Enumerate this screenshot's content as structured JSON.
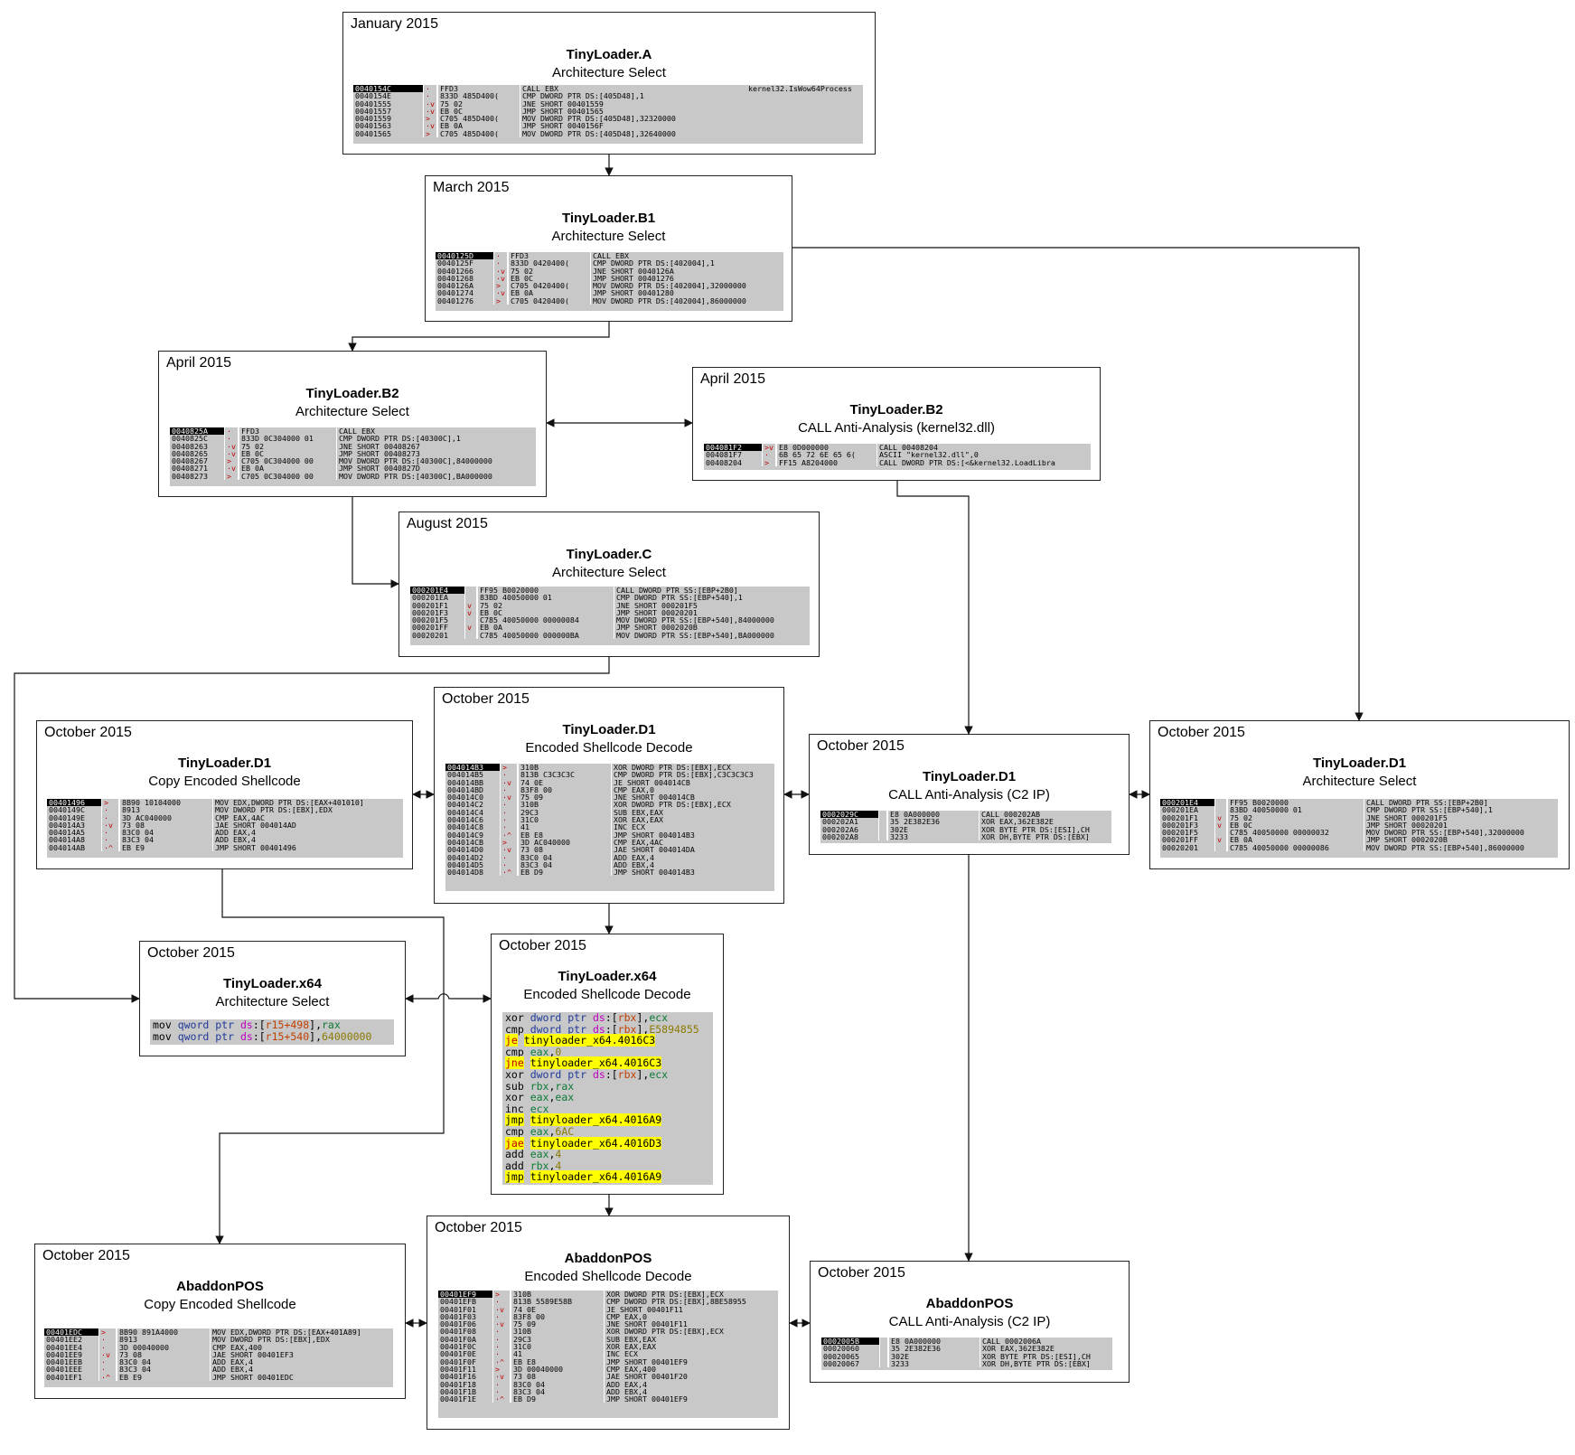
{
  "nodes": {
    "jan_a": {
      "date": "January 2015",
      "title": "TinyLoader.A",
      "subtitle": "Architecture Select",
      "code": [
        [
          "0040154C",
          "·",
          "FFD3",
          "CALL EBX",
          "kernel32.IsWow64Process"
        ],
        [
          "0040154E",
          "·",
          "833D 485D400(",
          "CMP DWORD PTR DS:[405D48],1",
          ""
        ],
        [
          "00401555",
          "·v",
          "75 02",
          "JNE SHORT 00401559",
          ""
        ],
        [
          "00401557",
          "·v",
          "EB 0C",
          "JMP SHORT 00401565",
          ""
        ],
        [
          "00401559",
          ">",
          "C705 485D400(",
          "MOV DWORD PTR DS:[405D48],32320000",
          ""
        ],
        [
          "00401563",
          "·v",
          "EB 0A",
          "JMP SHORT 0040156F",
          ""
        ],
        [
          "00401565",
          ">",
          "C705 485D400(",
          "MOV DWORD PTR DS:[405D48],32640000",
          ""
        ]
      ]
    },
    "mar_b1": {
      "date": "March 2015",
      "title": "TinyLoader.B1",
      "subtitle": "Architecture Select",
      "code": [
        [
          "0040125D",
          "·",
          "FFD3",
          "CALL EBX"
        ],
        [
          "0040125F",
          "·",
          "833D 0420400(",
          "CMP DWORD PTR DS:[402004],1"
        ],
        [
          "00401266",
          "·v",
          "75 02",
          "JNE SHORT 0040126A"
        ],
        [
          "00401268",
          "·v",
          "EB 0C",
          "JMP SHORT 00401276"
        ],
        [
          "0040126A",
          ">",
          "C705 0420400(",
          "MOV DWORD PTR DS:[402004],32000000"
        ],
        [
          "00401274",
          "·v",
          "EB 0A",
          "JMP SHORT 00401280"
        ],
        [
          "00401276",
          ">",
          "C705 0420400(",
          "MOV DWORD PTR DS:[402004],86000000"
        ]
      ]
    },
    "apr_b2_arch": {
      "date": "April 2015",
      "title": "TinyLoader.B2",
      "subtitle": "Architecture Select",
      "code": [
        [
          "0040825A",
          "·",
          "FFD3",
          "CALL EBX"
        ],
        [
          "0040825C",
          "·",
          "833D 0C304000 01",
          "CMP DWORD PTR DS:[40300C],1"
        ],
        [
          "00408263",
          "·v",
          "75 02",
          "JNE SHORT 00408267"
        ],
        [
          "00408265",
          "·v",
          "EB 0C",
          "JMP SHORT 00408273"
        ],
        [
          "00408267",
          ">",
          "C705 0C304000 00",
          "MOV DWORD PTR DS:[40300C],84000000"
        ],
        [
          "00408271",
          "·v",
          "EB 0A",
          "JMP SHORT 0040827D"
        ],
        [
          "00408273",
          ">",
          "C705 0C304000 00",
          "MOV DWORD PTR DS:[40300C],BA000000"
        ]
      ]
    },
    "apr_b2_call": {
      "date": "April 2015",
      "title": "TinyLoader.B2",
      "subtitle": "CALL Anti-Analysis (kernel32.dll)",
      "code": [
        [
          "004081F2",
          ">v",
          "E8 0D000000",
          "CALL 00408204"
        ],
        [
          "004081F7",
          "·",
          "6B 65 72 6E 65 6(",
          "ASCII \"kernel32.dll\",0"
        ],
        [
          "00408204",
          ">",
          "FF15 A8204000",
          "CALL DWORD PTR DS:[<&kernel32.LoadLibra"
        ]
      ]
    },
    "aug_c": {
      "date": "August 2015",
      "title": "TinyLoader.C",
      "subtitle": "Architecture Select",
      "code": [
        [
          "000201E4",
          "",
          "FF95 B0020000",
          "CALL DWORD PTR SS:[EBP+2B0]"
        ],
        [
          "000201EA",
          "",
          "83BD 40050000 01",
          "CMP DWORD PTR SS:[EBP+540],1"
        ],
        [
          "000201F1",
          "v",
          "75 02",
          "JNE SHORT 000201F5"
        ],
        [
          "000201F3",
          "v",
          "EB 0C",
          "JMP SHORT 00020201"
        ],
        [
          "000201F5",
          "",
          "C785 40050000 00000084",
          "MOV DWORD PTR SS:[EBP+540],84000000"
        ],
        [
          "000201FF",
          "v",
          "EB 0A",
          "JMP SHORT 0002020B"
        ],
        [
          "00020201",
          "",
          "C785 40050000 000000BA",
          "MOV DWORD PTR SS:[EBP+540],BA000000"
        ]
      ]
    },
    "oct_d1_copy": {
      "date": "October 2015",
      "title": "TinyLoader.D1",
      "subtitle": "Copy Encoded Shellcode",
      "code": [
        [
          "00401496",
          "> ",
          "8B90 10104000",
          "MOV EDX,DWORD PTR DS:[EAX+401010]"
        ],
        [
          "0040149C",
          "· ",
          "8913",
          "MOV DWORD PTR DS:[EBX],EDX"
        ],
        [
          "0040149E",
          "· ",
          "3D AC040000",
          "CMP EAX,4AC"
        ],
        [
          "004014A3",
          "·v",
          "73 08",
          "JAE SHORT 004014AD"
        ],
        [
          "004014A5",
          "· ",
          "83C0 04",
          "ADD EAX,4"
        ],
        [
          "004014A8",
          "· ",
          "83C3 04",
          "ADD EBX,4"
        ],
        [
          "004014AB",
          "·^",
          "EB E9",
          "JMP SHORT 00401496"
        ]
      ]
    },
    "oct_d1_decode": {
      "date": "October 2015",
      "title": "TinyLoader.D1",
      "subtitle": "Encoded Shellcode Decode",
      "code": [
        [
          "004014B3",
          "> ",
          "310B",
          "XOR DWORD PTR DS:[EBX],ECX"
        ],
        [
          "004014B5",
          "· ",
          "813B C3C3C3C",
          "CMP DWORD PTR DS:[EBX],C3C3C3C3"
        ],
        [
          "004014BB",
          "·v",
          "74 0E",
          "JE SHORT 004014CB"
        ],
        [
          "004014BD",
          "· ",
          "83F8 00",
          "CMP EAX,0"
        ],
        [
          "004014C0",
          "·v",
          "75 09",
          "JNE SHORT 004014CB"
        ],
        [
          "004014C2",
          "· ",
          "310B",
          "XOR DWORD PTR DS:[EBX],ECX"
        ],
        [
          "004014C4",
          "· ",
          "29C3",
          "SUB EBX,EAX"
        ],
        [
          "004014C6",
          "· ",
          "31C0",
          "XOR EAX,EAX"
        ],
        [
          "004014C8",
          "· ",
          "41",
          "INC ECX"
        ],
        [
          "004014C9",
          "·^",
          "EB E8",
          "JMP SHORT 004014B3"
        ],
        [
          "004014CB",
          "> ",
          "3D AC040000",
          "CMP EAX,4AC"
        ],
        [
          "004014D0",
          "·v",
          "73 08",
          "JAE SHORT 004014DA"
        ],
        [
          "004014D2",
          "· ",
          "83C0 04",
          "ADD EAX,4"
        ],
        [
          "004014D5",
          "· ",
          "83C3 04",
          "ADD EBX,4"
        ],
        [
          "004014D8",
          "·^",
          "EB D9",
          "JMP SHORT 004014B3"
        ]
      ]
    },
    "oct_d1_call": {
      "date": "October 2015",
      "title": "TinyLoader.D1",
      "subtitle": "CALL Anti-Analysis (C2 IP)",
      "code": [
        [
          "0002029C",
          "",
          "E8 0A000000",
          "CALL 000202AB"
        ],
        [
          "000202A1",
          "",
          "35 2E382E36",
          "XOR EAX,362E382E"
        ],
        [
          "000202A6",
          "",
          "302E",
          "XOR BYTE PTR DS:[ESI],CH"
        ],
        [
          "000202A8",
          "",
          "3233",
          "XOR DH,BYTE PTR DS:[EBX]"
        ]
      ]
    },
    "oct_d1_arch": {
      "date": "October 2015",
      "title": "TinyLoader.D1",
      "subtitle": "Architecture Select",
      "code": [
        [
          "000201E4",
          "",
          "FF95 B0020000",
          "CALL DWORD PTR SS:[EBP+2B0]"
        ],
        [
          "000201EA",
          "",
          "83BD 40050000 01",
          "CMP DWORD PTR SS:[EBP+540],1"
        ],
        [
          "000201F1",
          "v",
          "75 02",
          "JNE SHORT 000201F5"
        ],
        [
          "000201F3",
          "v",
          "EB 0C",
          "JMP SHORT 00020201"
        ],
        [
          "000201F5",
          "",
          "C785 40050000 00000032",
          "MOV DWORD PTR SS:[EBP+540],32000000"
        ],
        [
          "000201FF",
          "v",
          "EB 0A",
          "JMP SHORT 0002020B"
        ],
        [
          "00020201",
          "",
          "C785 40050000 00000086",
          "MOV DWORD PTR SS:[EBP+540],86000000"
        ]
      ]
    },
    "oct_x64_arch": {
      "date": "October 2015",
      "title": "TinyLoader.x64",
      "subtitle": "Architecture Select",
      "asm": [
        [
          [
            "k",
            "mov "
          ],
          [
            "kw",
            "qword ptr "
          ],
          [
            "ds",
            "ds"
          ],
          [
            "k",
            ":["
          ],
          [
            "mem",
            "r15+498"
          ],
          [
            "k",
            "],"
          ],
          [
            "reg",
            "rax"
          ]
        ],
        [
          [
            "k",
            "mov "
          ],
          [
            "kw",
            "qword ptr "
          ],
          [
            "ds",
            "ds"
          ],
          [
            "k",
            ":["
          ],
          [
            "mem",
            "r15+540"
          ],
          [
            "k",
            "],"
          ],
          [
            "imm",
            "64000000"
          ]
        ]
      ]
    },
    "oct_x64_decode": {
      "date": "October 2015",
      "title": "TinyLoader.x64",
      "subtitle": "Encoded Shellcode Decode",
      "asm": [
        [
          [
            "k",
            "xor "
          ],
          [
            "kw",
            "dword ptr "
          ],
          [
            "ds",
            "ds"
          ],
          [
            "k",
            ":["
          ],
          [
            "mem",
            "rbx"
          ],
          [
            "k",
            "],"
          ],
          [
            "reg",
            "ecx"
          ]
        ],
        [
          [
            "k",
            "cmp "
          ],
          [
            "kw",
            "dword ptr "
          ],
          [
            "ds",
            "ds"
          ],
          [
            "k",
            ":["
          ],
          [
            "mem",
            "rbx"
          ],
          [
            "k",
            "],"
          ],
          [
            "imm",
            "E5894855"
          ]
        ],
        [
          [
            "jc",
            "je"
          ],
          [
            "k",
            " "
          ],
          [
            "jmp",
            "tinyloader_x64.4016C3"
          ]
        ],
        [
          [
            "k",
            "cmp "
          ],
          [
            "reg",
            "eax"
          ],
          [
            "k",
            ","
          ],
          [
            "imm",
            "0"
          ]
        ],
        [
          [
            "jc",
            "jne"
          ],
          [
            "k",
            " "
          ],
          [
            "jmp",
            "tinyloader_x64.4016C3"
          ]
        ],
        [
          [
            "k",
            "xor "
          ],
          [
            "kw",
            "dword ptr "
          ],
          [
            "ds",
            "ds"
          ],
          [
            "k",
            ":["
          ],
          [
            "mem",
            "rbx"
          ],
          [
            "k",
            "],"
          ],
          [
            "reg",
            "ecx"
          ]
        ],
        [
          [
            "k",
            "sub "
          ],
          [
            "reg",
            "rbx"
          ],
          [
            "k",
            ","
          ],
          [
            "reg",
            "rax"
          ]
        ],
        [
          [
            "k",
            "xor "
          ],
          [
            "reg",
            "eax"
          ],
          [
            "k",
            ","
          ],
          [
            "reg",
            "eax"
          ]
        ],
        [
          [
            "k",
            "inc "
          ],
          [
            "reg",
            "ecx"
          ]
        ],
        [
          [
            "jmp",
            "jmp"
          ],
          [
            "k",
            " "
          ],
          [
            "jmp",
            "tinyloader_x64.4016A9"
          ]
        ],
        [
          [
            "k",
            "cmp "
          ],
          [
            "reg",
            "eax"
          ],
          [
            "k",
            ","
          ],
          [
            "imm",
            "6AC"
          ]
        ],
        [
          [
            "jc",
            "jae"
          ],
          [
            "k",
            " "
          ],
          [
            "jmp",
            "tinyloader_x64.4016D3"
          ]
        ],
        [
          [
            "k",
            "add "
          ],
          [
            "reg",
            "eax"
          ],
          [
            "k",
            ","
          ],
          [
            "imm",
            "4"
          ]
        ],
        [
          [
            "k",
            "add "
          ],
          [
            "reg",
            "rbx"
          ],
          [
            "k",
            ","
          ],
          [
            "imm",
            "4"
          ]
        ],
        [
          [
            "jmp",
            "jmp"
          ],
          [
            "k",
            " "
          ],
          [
            "jmp",
            "tinyloader_x64.4016A9"
          ]
        ]
      ]
    },
    "oct_abaddon_copy": {
      "date": "October 2015",
      "title": "AbaddonPOS",
      "subtitle": "Copy Encoded Shellcode",
      "code": [
        [
          "00401EDC",
          "> ",
          "8B90 891A4000",
          "MOV EDX,DWORD PTR DS:[EAX+401A89]"
        ],
        [
          "00401EE2",
          "· ",
          "8913",
          "MOV DWORD PTR DS:[EBX],EDX"
        ],
        [
          "00401EE4",
          "· ",
          "3D 00040000",
          "CMP EAX,400"
        ],
        [
          "00401EE9",
          "·v",
          "73 08",
          "JAE SHORT 00401EF3"
        ],
        [
          "00401EEB",
          "· ",
          "83C0 04",
          "ADD EAX,4"
        ],
        [
          "00401EEE",
          "· ",
          "83C3 04",
          "ADD EBX,4"
        ],
        [
          "00401EF1",
          "·^",
          "EB E9",
          "JMP SHORT 00401EDC"
        ]
      ]
    },
    "oct_abaddon_decode": {
      "date": "October 2015",
      "title": "AbaddonPOS",
      "subtitle": "Encoded Shellcode Decode",
      "code": [
        [
          "00401EF9",
          "> ",
          "310B",
          "XOR DWORD PTR DS:[EBX],ECX"
        ],
        [
          "00401EFB",
          "· ",
          "813B 5589E58B",
          "CMP DWORD PTR DS:[EBX],8BE58955"
        ],
        [
          "00401F01",
          "·v",
          "74 0E",
          "JE SHORT 00401F11"
        ],
        [
          "00401F03",
          "· ",
          "83F8 00",
          "CMP EAX,0"
        ],
        [
          "00401F06",
          "·v",
          "75 09",
          "JNE SHORT 00401F11"
        ],
        [
          "00401F08",
          "· ",
          "310B",
          "XOR DWORD PTR DS:[EBX],ECX"
        ],
        [
          "00401F0A",
          "· ",
          "29C3",
          "SUB EBX,EAX"
        ],
        [
          "00401F0C",
          "· ",
          "31C0",
          "XOR EAX,EAX"
        ],
        [
          "00401F0E",
          "· ",
          "41",
          "INC ECX"
        ],
        [
          "00401F0F",
          "·^",
          "EB E8",
          "JMP SHORT 00401EF9"
        ],
        [
          "00401F11",
          "> ",
          "3D 00040000",
          "CMP EAX,400"
        ],
        [
          "00401F16",
          "·v",
          "73 08",
          "JAE SHORT 00401F20"
        ],
        [
          "00401F18",
          "· ",
          "83C0 04",
          "ADD EAX,4"
        ],
        [
          "00401F1B",
          "· ",
          "83C3 04",
          "ADD EBX,4"
        ],
        [
          "00401F1E",
          "·^",
          "EB D9",
          "JMP SHORT 00401EF9"
        ]
      ]
    },
    "oct_abaddon_call": {
      "date": "October 2015",
      "title": "AbaddonPOS",
      "subtitle": "CALL Anti-Analysis (C2 IP)",
      "code": [
        [
          "0002005B",
          "",
          "E8 0A000000",
          "CALL 0002006A"
        ],
        [
          "00020060",
          "",
          "35 2E382E36",
          "XOR EAX,362E382E"
        ],
        [
          "00020065",
          "",
          "302E",
          "XOR BYTE PTR DS:[ESI],CH"
        ],
        [
          "00020067",
          "",
          "3233",
          "XOR DH,BYTE PTR DS:[EBX]"
        ]
      ]
    }
  }
}
